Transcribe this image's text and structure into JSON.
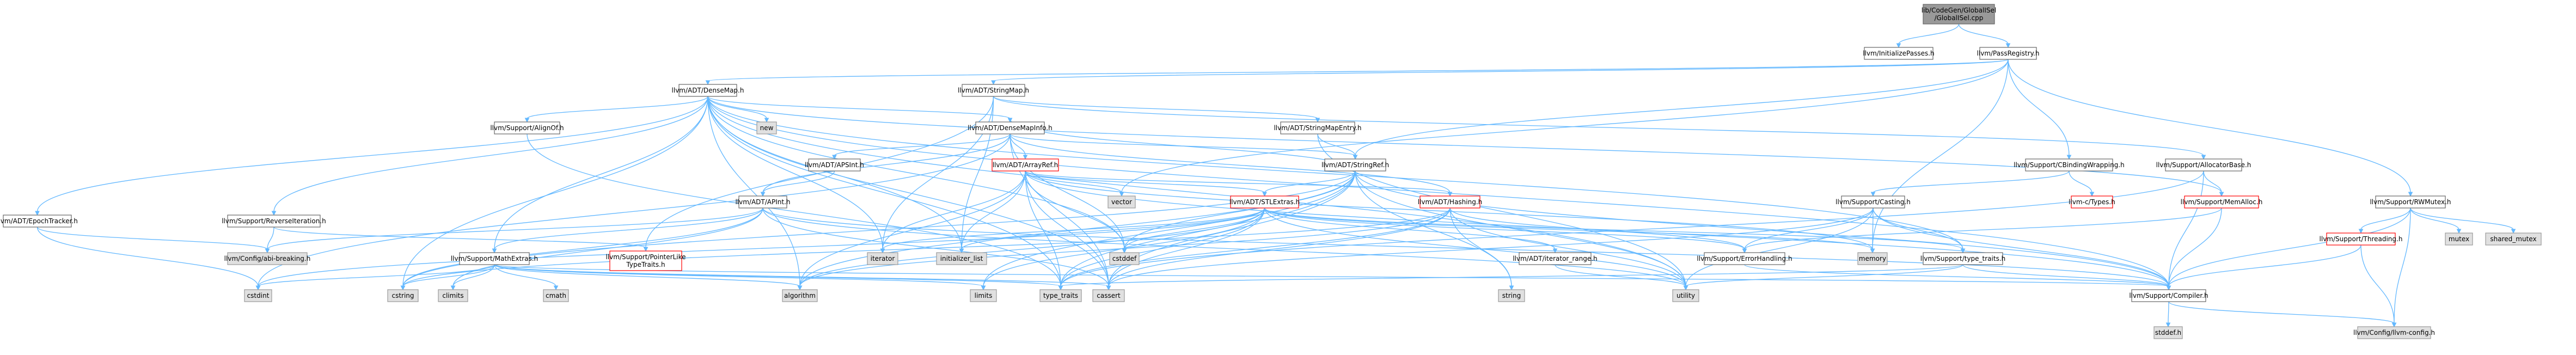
{
  "diagram": {
    "nodes": [
      {
        "id": "root",
        "kind": "root",
        "lines": [
          "lib/CodeGen/GlobalISel",
          "/GlobalISel.cpp"
        ]
      },
      {
        "id": "initpasses",
        "kind": "internal",
        "lines": [
          "llvm/InitializePasses.h"
        ]
      },
      {
        "id": "passreg",
        "kind": "internal",
        "lines": [
          "llvm/PassRegistry.h"
        ]
      },
      {
        "id": "densemap",
        "kind": "internal",
        "lines": [
          "llvm/ADT/DenseMap.h"
        ]
      },
      {
        "id": "stringmap",
        "kind": "internal",
        "lines": [
          "llvm/ADT/StringMap.h"
        ]
      },
      {
        "id": "epoch",
        "kind": "internal",
        "lines": [
          "llvm/ADT/EpochTracker.h"
        ]
      },
      {
        "id": "revit",
        "kind": "internal",
        "lines": [
          "llvm/Support/ReverseIteration.h"
        ]
      },
      {
        "id": "alignof",
        "kind": "internal",
        "lines": [
          "llvm/Support/AlignOf.h"
        ]
      },
      {
        "id": "new",
        "kind": "external",
        "lines": [
          "new"
        ]
      },
      {
        "id": "densemapinfo",
        "kind": "internal",
        "lines": [
          "llvm/ADT/DenseMapInfo.h"
        ]
      },
      {
        "id": "smentry",
        "kind": "internal",
        "lines": [
          "llvm/ADT/StringMapEntry.h"
        ]
      },
      {
        "id": "stringref",
        "kind": "internal",
        "lines": [
          "llvm/ADT/StringRef.h"
        ]
      },
      {
        "id": "apsint",
        "kind": "internal",
        "lines": [
          "llvm/ADT/APSInt.h"
        ]
      },
      {
        "id": "arrayref",
        "kind": "incomplete",
        "lines": [
          "llvm/ADT/ArrayRef.h"
        ]
      },
      {
        "id": "apint",
        "kind": "internal",
        "lines": [
          "llvm/ADT/APInt.h"
        ]
      },
      {
        "id": "hashing",
        "kind": "incomplete",
        "lines": [
          "llvm/ADT/Hashing.h"
        ]
      },
      {
        "id": "stlextras",
        "kind": "incomplete",
        "lines": [
          "llvm/ADT/STLExtras.h"
        ]
      },
      {
        "id": "cbinding",
        "kind": "internal",
        "lines": [
          "llvm/Support/CBindingWrapping.h"
        ]
      },
      {
        "id": "allocbase",
        "kind": "internal",
        "lines": [
          "llvm/Support/AllocatorBase.h"
        ]
      },
      {
        "id": "rwmutex",
        "kind": "internal",
        "lines": [
          "llvm/Support/RWMutex.h"
        ]
      },
      {
        "id": "casting",
        "kind": "internal",
        "lines": [
          "llvm/Support/Casting.h"
        ]
      },
      {
        "id": "ctypes",
        "kind": "incomplete",
        "lines": [
          "llvm-c/Types.h"
        ]
      },
      {
        "id": "memalloc",
        "kind": "incomplete",
        "lines": [
          "llvm/Support/MemAlloc.h"
        ]
      },
      {
        "id": "threading",
        "kind": "incomplete",
        "lines": [
          "llvm/Support/Threading.h"
        ]
      },
      {
        "id": "mutex",
        "kind": "external",
        "lines": [
          "mutex"
        ]
      },
      {
        "id": "sharedmutex",
        "kind": "external",
        "lines": [
          "shared_mutex"
        ]
      },
      {
        "id": "abibreak",
        "kind": "external",
        "lines": [
          "llvm/Config/abi-breaking.h"
        ]
      },
      {
        "id": "mathextras",
        "kind": "internal",
        "lines": [
          "llvm/Support/MathExtras.h"
        ]
      },
      {
        "id": "ptrliketypetraits",
        "kind": "incomplete",
        "lines": [
          "llvm/Support/PointerLike",
          "TypeTraits.h"
        ]
      },
      {
        "id": "iterator",
        "kind": "external",
        "lines": [
          "iterator"
        ]
      },
      {
        "id": "initlist",
        "kind": "external",
        "lines": [
          "initializer_list"
        ]
      },
      {
        "id": "vector",
        "kind": "external",
        "lines": [
          "vector"
        ]
      },
      {
        "id": "cstddef",
        "kind": "external",
        "lines": [
          "cstddef"
        ]
      },
      {
        "id": "itrange",
        "kind": "internal",
        "lines": [
          "llvm/ADT/iterator_range.h"
        ]
      },
      {
        "id": "errhandling",
        "kind": "internal",
        "lines": [
          "llvm/Support/ErrorHandling.h"
        ]
      },
      {
        "id": "memory",
        "kind": "external",
        "lines": [
          "memory"
        ]
      },
      {
        "id": "typetraitsh",
        "kind": "internal",
        "lines": [
          "llvm/Support/type_traits.h"
        ]
      },
      {
        "id": "compiler",
        "kind": "internal",
        "lines": [
          "llvm/Support/Compiler.h"
        ]
      },
      {
        "id": "cstdint",
        "kind": "external",
        "lines": [
          "cstdint"
        ]
      },
      {
        "id": "cstring",
        "kind": "external",
        "lines": [
          "cstring"
        ]
      },
      {
        "id": "climits",
        "kind": "external",
        "lines": [
          "climits"
        ]
      },
      {
        "id": "cmath",
        "kind": "external",
        "lines": [
          "cmath"
        ]
      },
      {
        "id": "algorithm",
        "kind": "external",
        "lines": [
          "algorithm"
        ]
      },
      {
        "id": "limits",
        "kind": "external",
        "lines": [
          "limits"
        ]
      },
      {
        "id": "type_traits",
        "kind": "external",
        "lines": [
          "type_traits"
        ]
      },
      {
        "id": "cassert",
        "kind": "external",
        "lines": [
          "cassert"
        ]
      },
      {
        "id": "string",
        "kind": "external",
        "lines": [
          "string"
        ]
      },
      {
        "id": "utility",
        "kind": "external",
        "lines": [
          "utility"
        ]
      },
      {
        "id": "stddef",
        "kind": "external",
        "lines": [
          "stddef.h"
        ]
      },
      {
        "id": "llvmconfig",
        "kind": "external",
        "lines": [
          "llvm/Config/llvm-config.h"
        ]
      }
    ],
    "edges": [
      [
        "root",
        "initpasses"
      ],
      [
        "root",
        "passreg"
      ],
      [
        "passreg",
        "densemap"
      ],
      [
        "passreg",
        "stringmap"
      ],
      [
        "passreg",
        "stringref"
      ],
      [
        "passreg",
        "cbinding"
      ],
      [
        "passreg",
        "rwmutex"
      ],
      [
        "passreg",
        "vector"
      ],
      [
        "passreg",
        "memory"
      ],
      [
        "densemap",
        "epoch"
      ],
      [
        "densemap",
        "revit"
      ],
      [
        "densemap",
        "alignof"
      ],
      [
        "densemap",
        "new"
      ],
      [
        "densemap",
        "densemapinfo"
      ],
      [
        "densemap",
        "mathextras"
      ],
      [
        "densemap",
        "memalloc"
      ],
      [
        "densemap",
        "typetraitsh"
      ],
      [
        "densemap",
        "compiler"
      ],
      [
        "densemap",
        "algorithm"
      ],
      [
        "densemap",
        "cassert"
      ],
      [
        "densemap",
        "cstddef"
      ],
      [
        "densemap",
        "cstring"
      ],
      [
        "densemap",
        "initlist"
      ],
      [
        "densemap",
        "iterator"
      ],
      [
        "densemap",
        "type_traits"
      ],
      [
        "densemap",
        "utility"
      ],
      [
        "stringmap",
        "smentry"
      ],
      [
        "stringmap",
        "allocbase"
      ],
      [
        "stringmap",
        "ptrliketypetraits"
      ],
      [
        "stringmap",
        "initlist"
      ],
      [
        "stringmap",
        "iterator"
      ],
      [
        "epoch",
        "abibreak"
      ],
      [
        "epoch",
        "cstdint"
      ],
      [
        "revit",
        "abibreak"
      ],
      [
        "revit",
        "ptrliketypetraits"
      ],
      [
        "alignof",
        "type_traits"
      ],
      [
        "densemapinfo",
        "apint"
      ],
      [
        "densemapinfo",
        "apsint"
      ],
      [
        "densemapinfo",
        "arrayref"
      ],
      [
        "densemapinfo",
        "hashing"
      ],
      [
        "densemapinfo",
        "stringref"
      ],
      [
        "densemapinfo",
        "cassert"
      ],
      [
        "densemapinfo",
        "cstddef"
      ],
      [
        "densemapinfo",
        "cstdint"
      ],
      [
        "densemapinfo",
        "tuple_utility_placeholder"
      ],
      [
        "smentry",
        "stringref"
      ],
      [
        "smentry",
        "utility"
      ],
      [
        "stringref",
        "densemapinfo"
      ],
      [
        "stringref",
        "stlextras"
      ],
      [
        "stringref",
        "iterator_range_placeholder"
      ],
      [
        "stringref",
        "compiler"
      ],
      [
        "stringref",
        "algorithm"
      ],
      [
        "stringref",
        "cassert"
      ],
      [
        "stringref",
        "cstddef"
      ],
      [
        "stringref",
        "cstring"
      ],
      [
        "stringref",
        "limits"
      ],
      [
        "stringref",
        "string"
      ],
      [
        "stringref",
        "type_traits"
      ],
      [
        "stringref",
        "utility"
      ],
      [
        "apsint",
        "apint"
      ],
      [
        "arrayref",
        "hashing"
      ],
      [
        "arrayref",
        "stlextras"
      ],
      [
        "arrayref",
        "compiler"
      ],
      [
        "arrayref",
        "algorithm"
      ],
      [
        "arrayref",
        "cassert"
      ],
      [
        "arrayref",
        "cstddef"
      ],
      [
        "arrayref",
        "initlist"
      ],
      [
        "arrayref",
        "iterator"
      ],
      [
        "arrayref",
        "memory"
      ],
      [
        "arrayref",
        "type_traits"
      ],
      [
        "arrayref",
        "vector"
      ],
      [
        "apint",
        "mathextras"
      ],
      [
        "apint",
        "compiler"
      ],
      [
        "apint",
        "cassert"
      ],
      [
        "apint",
        "climits"
      ],
      [
        "apint",
        "cstring"
      ],
      [
        "apint",
        "utility"
      ],
      [
        "apint",
        "abibreak"
      ],
      [
        "hashing",
        "errhandling"
      ],
      [
        "hashing",
        "type_traits"
      ],
      [
        "hashing",
        "algorithm"
      ],
      [
        "hashing",
        "cassert"
      ],
      [
        "hashing",
        "cstring"
      ],
      [
        "hashing",
        "string"
      ],
      [
        "hashing",
        "utility"
      ],
      [
        "stlextras",
        "itrange"
      ],
      [
        "stlextras",
        "typetraitsh"
      ],
      [
        "stlextras",
        "errhandling"
      ],
      [
        "stlextras",
        "algorithm"
      ],
      [
        "stlextras",
        "cassert"
      ],
      [
        "stlextras",
        "cstddef"
      ],
      [
        "stlextras",
        "cstdint"
      ],
      [
        "stlextras",
        "initlist"
      ],
      [
        "stlextras",
        "iterator"
      ],
      [
        "stlextras",
        "limits"
      ],
      [
        "stlextras",
        "memory"
      ],
      [
        "stlextras",
        "type_traits"
      ],
      [
        "stlextras",
        "utility"
      ],
      [
        "cbinding",
        "ctypes"
      ],
      [
        "cbinding",
        "casting"
      ],
      [
        "allocbase",
        "memalloc"
      ],
      [
        "allocbase",
        "compiler"
      ],
      [
        "allocbase",
        "type_traits"
      ],
      [
        "rwmutex",
        "threading"
      ],
      [
        "rwmutex",
        "mutex"
      ],
      [
        "rwmutex",
        "sharedmutex"
      ],
      [
        "rwmutex",
        "compiler"
      ],
      [
        "rwmutex",
        "llvmconfig"
      ],
      [
        "casting",
        "typetraitsh"
      ],
      [
        "casting",
        "compiler"
      ],
      [
        "casting",
        "cassert"
      ],
      [
        "casting",
        "memory"
      ],
      [
        "casting",
        "utility"
      ],
      [
        "casting",
        "errhandling"
      ],
      [
        "memalloc",
        "compiler"
      ],
      [
        "memalloc",
        "errhandling"
      ],
      [
        "threading",
        "compiler"
      ],
      [
        "threading",
        "llvmconfig"
      ],
      [
        "mathextras",
        "compiler"
      ],
      [
        "mathextras",
        "algorithm"
      ],
      [
        "mathextras",
        "cassert"
      ],
      [
        "mathextras",
        "climits"
      ],
      [
        "mathextras",
        "cmath"
      ],
      [
        "mathextras",
        "cstdint"
      ],
      [
        "mathextras",
        "cstring"
      ],
      [
        "mathextras",
        "limits"
      ],
      [
        "mathextras",
        "type_traits"
      ],
      [
        "itrange",
        "utility"
      ],
      [
        "errhandling",
        "compiler"
      ],
      [
        "typetraitsh",
        "compiler"
      ],
      [
        "typetraitsh",
        "utility"
      ],
      [
        "typetraitsh",
        "type_traits"
      ],
      [
        "compiler",
        "stddef"
      ],
      [
        "compiler",
        "llvmconfig"
      ]
    ]
  }
}
